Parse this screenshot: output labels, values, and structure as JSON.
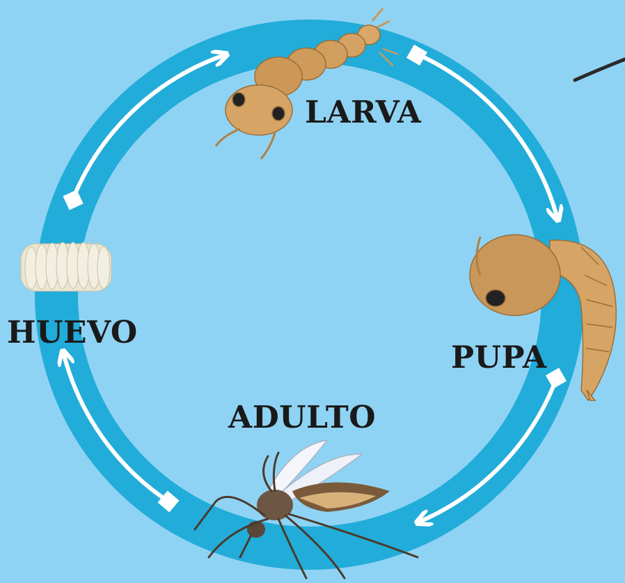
{
  "colors": {
    "background": "#8fd3f4",
    "ring": "#22acd9",
    "arrow": "#ffffff",
    "label": "#1a1a1a"
  },
  "stages": {
    "larva": "LARVA",
    "pupa": "PUPA",
    "adulto": "ADULTO",
    "huevo": "HUEVO"
  }
}
